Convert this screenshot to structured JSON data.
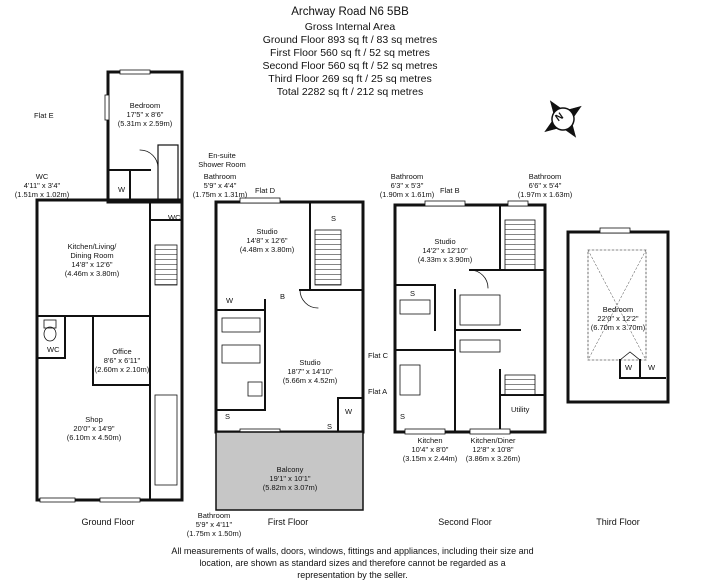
{
  "header": {
    "address": "Archway Road N6 5BB",
    "subtitle": "Gross Internal Area",
    "ground": "Ground Floor 893 sq ft / 83 sq metres",
    "first": "First Floor 560 sq ft / 52 sq metres",
    "second": "Second Floor 560 sq ft / 52 sq metres",
    "third": "Third Floor 269 sq ft / 25 sq metres",
    "total": "Total 2282 sq ft / 212 sq metres"
  },
  "compass": {
    "label": "N"
  },
  "labels": {
    "flat_e": "Flat E",
    "flat_d": "Flat D",
    "flat_b": "Flat B",
    "flat_c": "Flat C",
    "flat_a": "Flat A",
    "utility": "Utility"
  },
  "rooms": {
    "ground": {
      "bedroom": {
        "name": "Bedroom",
        "imperial": "17'5\" x 8'6\"",
        "metric": "(5.31m x 2.59m)"
      },
      "ensuite": {
        "name": "En-suite",
        "sub": "Shower Room"
      },
      "wc": {
        "name": "WC",
        "imperial": "4'11\" x 3'4\"",
        "metric": "(1.51m x 1.02m)"
      },
      "kitchen": {
        "name": "Kitchen/Living/",
        "sub": "Dining Room",
        "imperial": "14'8\" x 12'6\"",
        "metric": "(4.46m x 3.80m)"
      },
      "office": {
        "name": "Office",
        "imperial": "8'6\" x 6'11\"",
        "metric": "(2.60m x 2.10m)"
      },
      "shop": {
        "name": "Shop",
        "imperial": "20'0\" x 14'9\"",
        "metric": "(6.10m x 4.50m)"
      },
      "wc_small": "WC"
    },
    "first": {
      "bathroom_top": {
        "name": "Bathroom",
        "imperial": "5'9\" x 4'4\"",
        "metric": "(1.75m x 1.31m)"
      },
      "studio_top": {
        "name": "Studio",
        "imperial": "14'8\" x 12'6\"",
        "metric": "(4.48m x 3.80m)"
      },
      "studio_bottom": {
        "name": "Studio",
        "imperial": "18'7\" x 14'10\"",
        "metric": "(5.66m x 4.52m)"
      },
      "balcony": {
        "name": "Balcony",
        "imperial": "19'1\" x 10'1\"",
        "metric": "(5.82m x 3.07m)"
      },
      "bathroom_bottom": {
        "name": "Bathroom",
        "imperial": "5'9\" x 4'11\"",
        "metric": "(1.75m x 1.50m)"
      }
    },
    "second": {
      "bathroom_left": {
        "name": "Bathroom",
        "imperial": "6'3\" x 5'3\"",
        "metric": "(1.90m x 1.61m)"
      },
      "bathroom_right": {
        "name": "Bathroom",
        "imperial": "6'6\" x 5'4\"",
        "metric": "(1.97m x 1.63m)"
      },
      "studio": {
        "name": "Studio",
        "imperial": "14'2\" x 12'10\"",
        "metric": "(4.33m x 3.90m)"
      },
      "kitchen": {
        "name": "Kitchen",
        "imperial": "10'4\" x 8'0\"",
        "metric": "(3.15m x 2.44m)"
      },
      "kitchen_diner": {
        "name": "Kitchen/Diner",
        "imperial": "12'8\" x 10'8\"",
        "metric": "(3.86m x 3.26m)"
      }
    },
    "third": {
      "bedroom": {
        "name": "Bedroom",
        "imperial": "22'0\" x 12'2\"",
        "metric": "(6.70m x 3.70m)"
      }
    }
  },
  "marks": {
    "w": "W",
    "s": "S",
    "b": "B"
  },
  "floors": {
    "ground": "Ground Floor",
    "first": "First Floor",
    "second": "Second Floor",
    "third": "Third Floor"
  },
  "disclaimer": "All measurements of walls, doors, windows, fittings and appliances, including their size and location, are shown as standard sizes and therefore cannot be regarded as a representation by the seller."
}
